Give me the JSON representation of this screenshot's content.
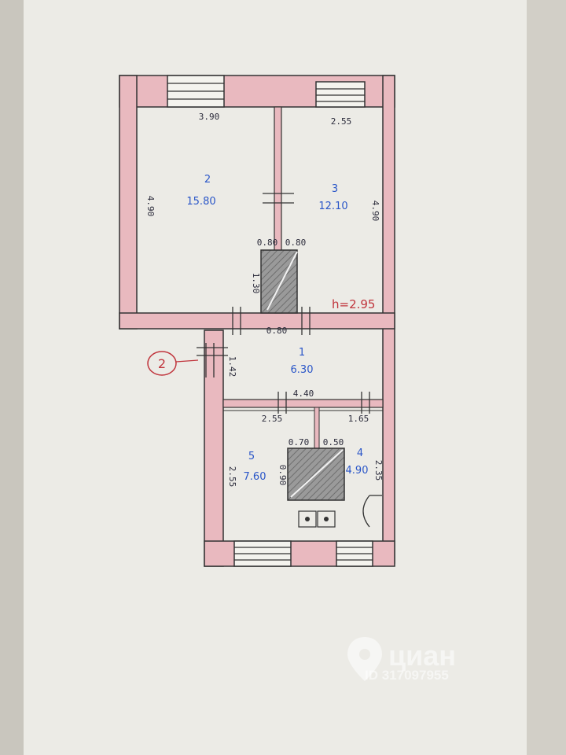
{
  "plan": {
    "rooms": [
      {
        "id": "2",
        "area": "15.80"
      },
      {
        "id": "3",
        "area": "12.10"
      },
      {
        "id": "1",
        "area": "6.30"
      },
      {
        "id": "5",
        "area": "7.60"
      },
      {
        "id": "4",
        "area": "4.90"
      }
    ],
    "dimensions": {
      "d_390": "3.90",
      "d_255_top": "2.55",
      "d_490_left": "4.90",
      "d_490_right": "4.90",
      "d_080_a": "0.80",
      "d_080_b": "0.80",
      "d_130": "1.30",
      "d_080_c": "0.80",
      "d_295": "h=2.95",
      "d_142": "1.42",
      "d_440": "4.40",
      "d_255_bottom": "2.55",
      "d_165": "1.65",
      "d_070": "0.70",
      "d_050": "0.50",
      "d_090": "0.90",
      "d_255_side": "2.55",
      "d_235": "2.35"
    },
    "entrance_mark": "2"
  },
  "watermark": {
    "brand": "циан",
    "id_text": "ID 317097955"
  },
  "colors": {
    "wall_fill": "#e9b9bf",
    "wall_line": "#333333",
    "number_blue": "#2a56c8",
    "red_ink": "#c0343c"
  }
}
